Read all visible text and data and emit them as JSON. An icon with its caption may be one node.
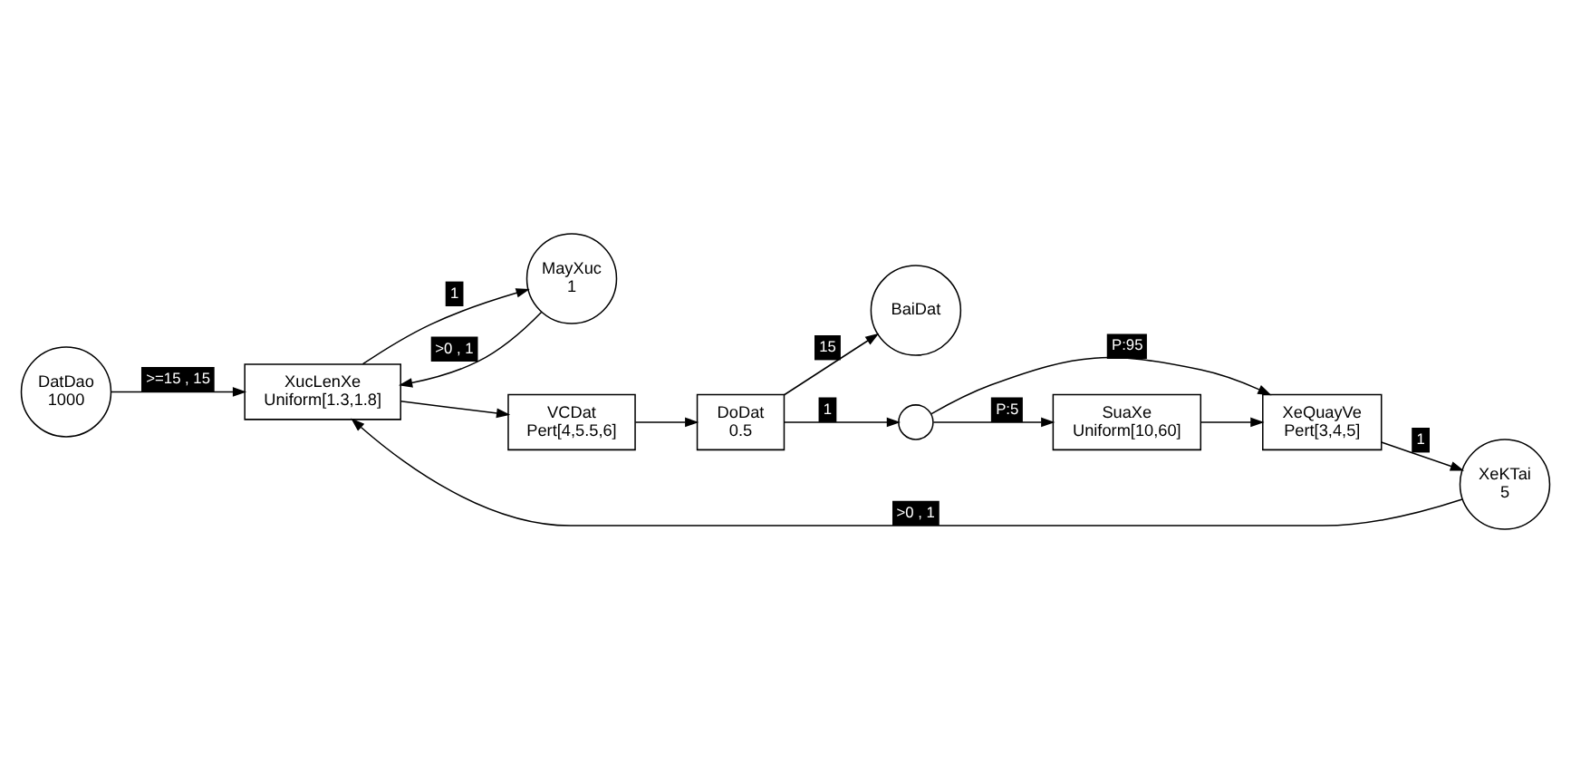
{
  "diagram": {
    "nodes": [
      {
        "text": [
          "DatDao 1000"
        ]
      },
      {
        "text": [
          "MayXuc 1"
        ]
      },
      {
        "text": [
          "BaiDat"
        ]
      },
      {
        "text": [
          "XucLenXe Uniform[1.3,1.8]"
        ]
      },
      {
        "text": [
          "VCDat Pert[4,5.5,6]"
        ]
      },
      {
        "text": [
          "DoDat 0.5"
        ]
      },
      {
        "text": [
          "XeKTai 5"
        ]
      },
      {
        "text": [
          "XeQuayVe Pert[3,4,5]"
        ]
      },
      {
        "text": [],
        "shape": "circle"
      },
      {
        "text": [
          "SuaXe Uniform[10,60]"
        ]
      }
    ],
    "edges": [
      {
        "from": 0,
        "to": 3,
        "arrow": "to",
        "label": ">=15 , 15"
      },
      {
        "from": 3,
        "to": 1,
        "arrow": "to",
        "label": "1"
      },
      {
        "from": 1,
        "to": 3,
        "arrow": "to",
        "label": ">0 , 1"
      },
      {
        "from": 6,
        "to": 3,
        "arrow": "to",
        "label": ">0 , 1"
      },
      {
        "from": 3,
        "to": 4,
        "arrow": "to"
      },
      {
        "from": 4,
        "to": 5,
        "arrow": "to"
      },
      {
        "from": 5,
        "to": 2,
        "arrow": "to",
        "label": "15"
      },
      {
        "from": 5,
        "to": 8,
        "arrow": "to",
        "label": "1"
      },
      {
        "from": 8,
        "to": 7,
        "arrow": "to",
        "label": "P:95"
      },
      {
        "from": 8,
        "to": 9,
        "arrow": "to",
        "label": "P:5"
      },
      {
        "from": 9,
        "to": 7,
        "arrow": "to"
      },
      {
        "from": 7,
        "to": 6,
        "arrow": "to",
        "label": "1"
      }
    ]
  }
}
